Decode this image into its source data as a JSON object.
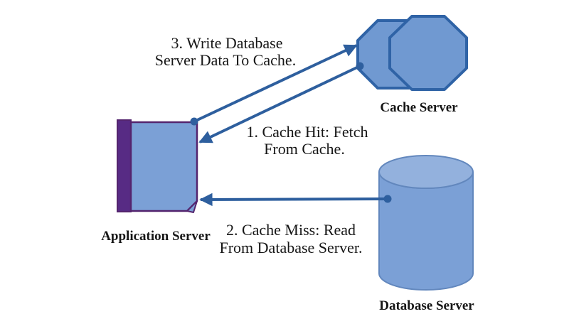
{
  "diagram": {
    "background": "#ffffff",
    "text_color": "#161616",
    "arrow_color": "#2e5f9e",
    "nodes": {
      "application_server": {
        "label": "Application Server",
        "shape": "card-with-side-panel",
        "fill": "#7ba0d6",
        "side_fill": "#572b84",
        "stroke": "#54246e"
      },
      "cache_server": {
        "label": "Cache Server",
        "shape": "double-octagon",
        "fill": "#7099d1",
        "stroke": "#2f63a6"
      },
      "database_server": {
        "label": "Database Server",
        "shape": "cylinder",
        "fill": "#7ba0d6",
        "top_fill": "#93b1dd",
        "stroke": "#6287bd"
      }
    },
    "edges": [
      {
        "id": "write-to-cache",
        "from": "application_server",
        "to": "cache_server",
        "label_line1": "3. Write Database",
        "label_line2": "Server Data To Cache."
      },
      {
        "id": "cache-hit",
        "from": "cache_server",
        "to": "application_server",
        "label_line1": "1. Cache Hit: Fetch",
        "label_line2": "From Cache."
      },
      {
        "id": "cache-miss",
        "from": "database_server",
        "to": "application_server",
        "label_line1": "2. Cache Miss: Read",
        "label_line2": "From Database Server."
      }
    ]
  }
}
